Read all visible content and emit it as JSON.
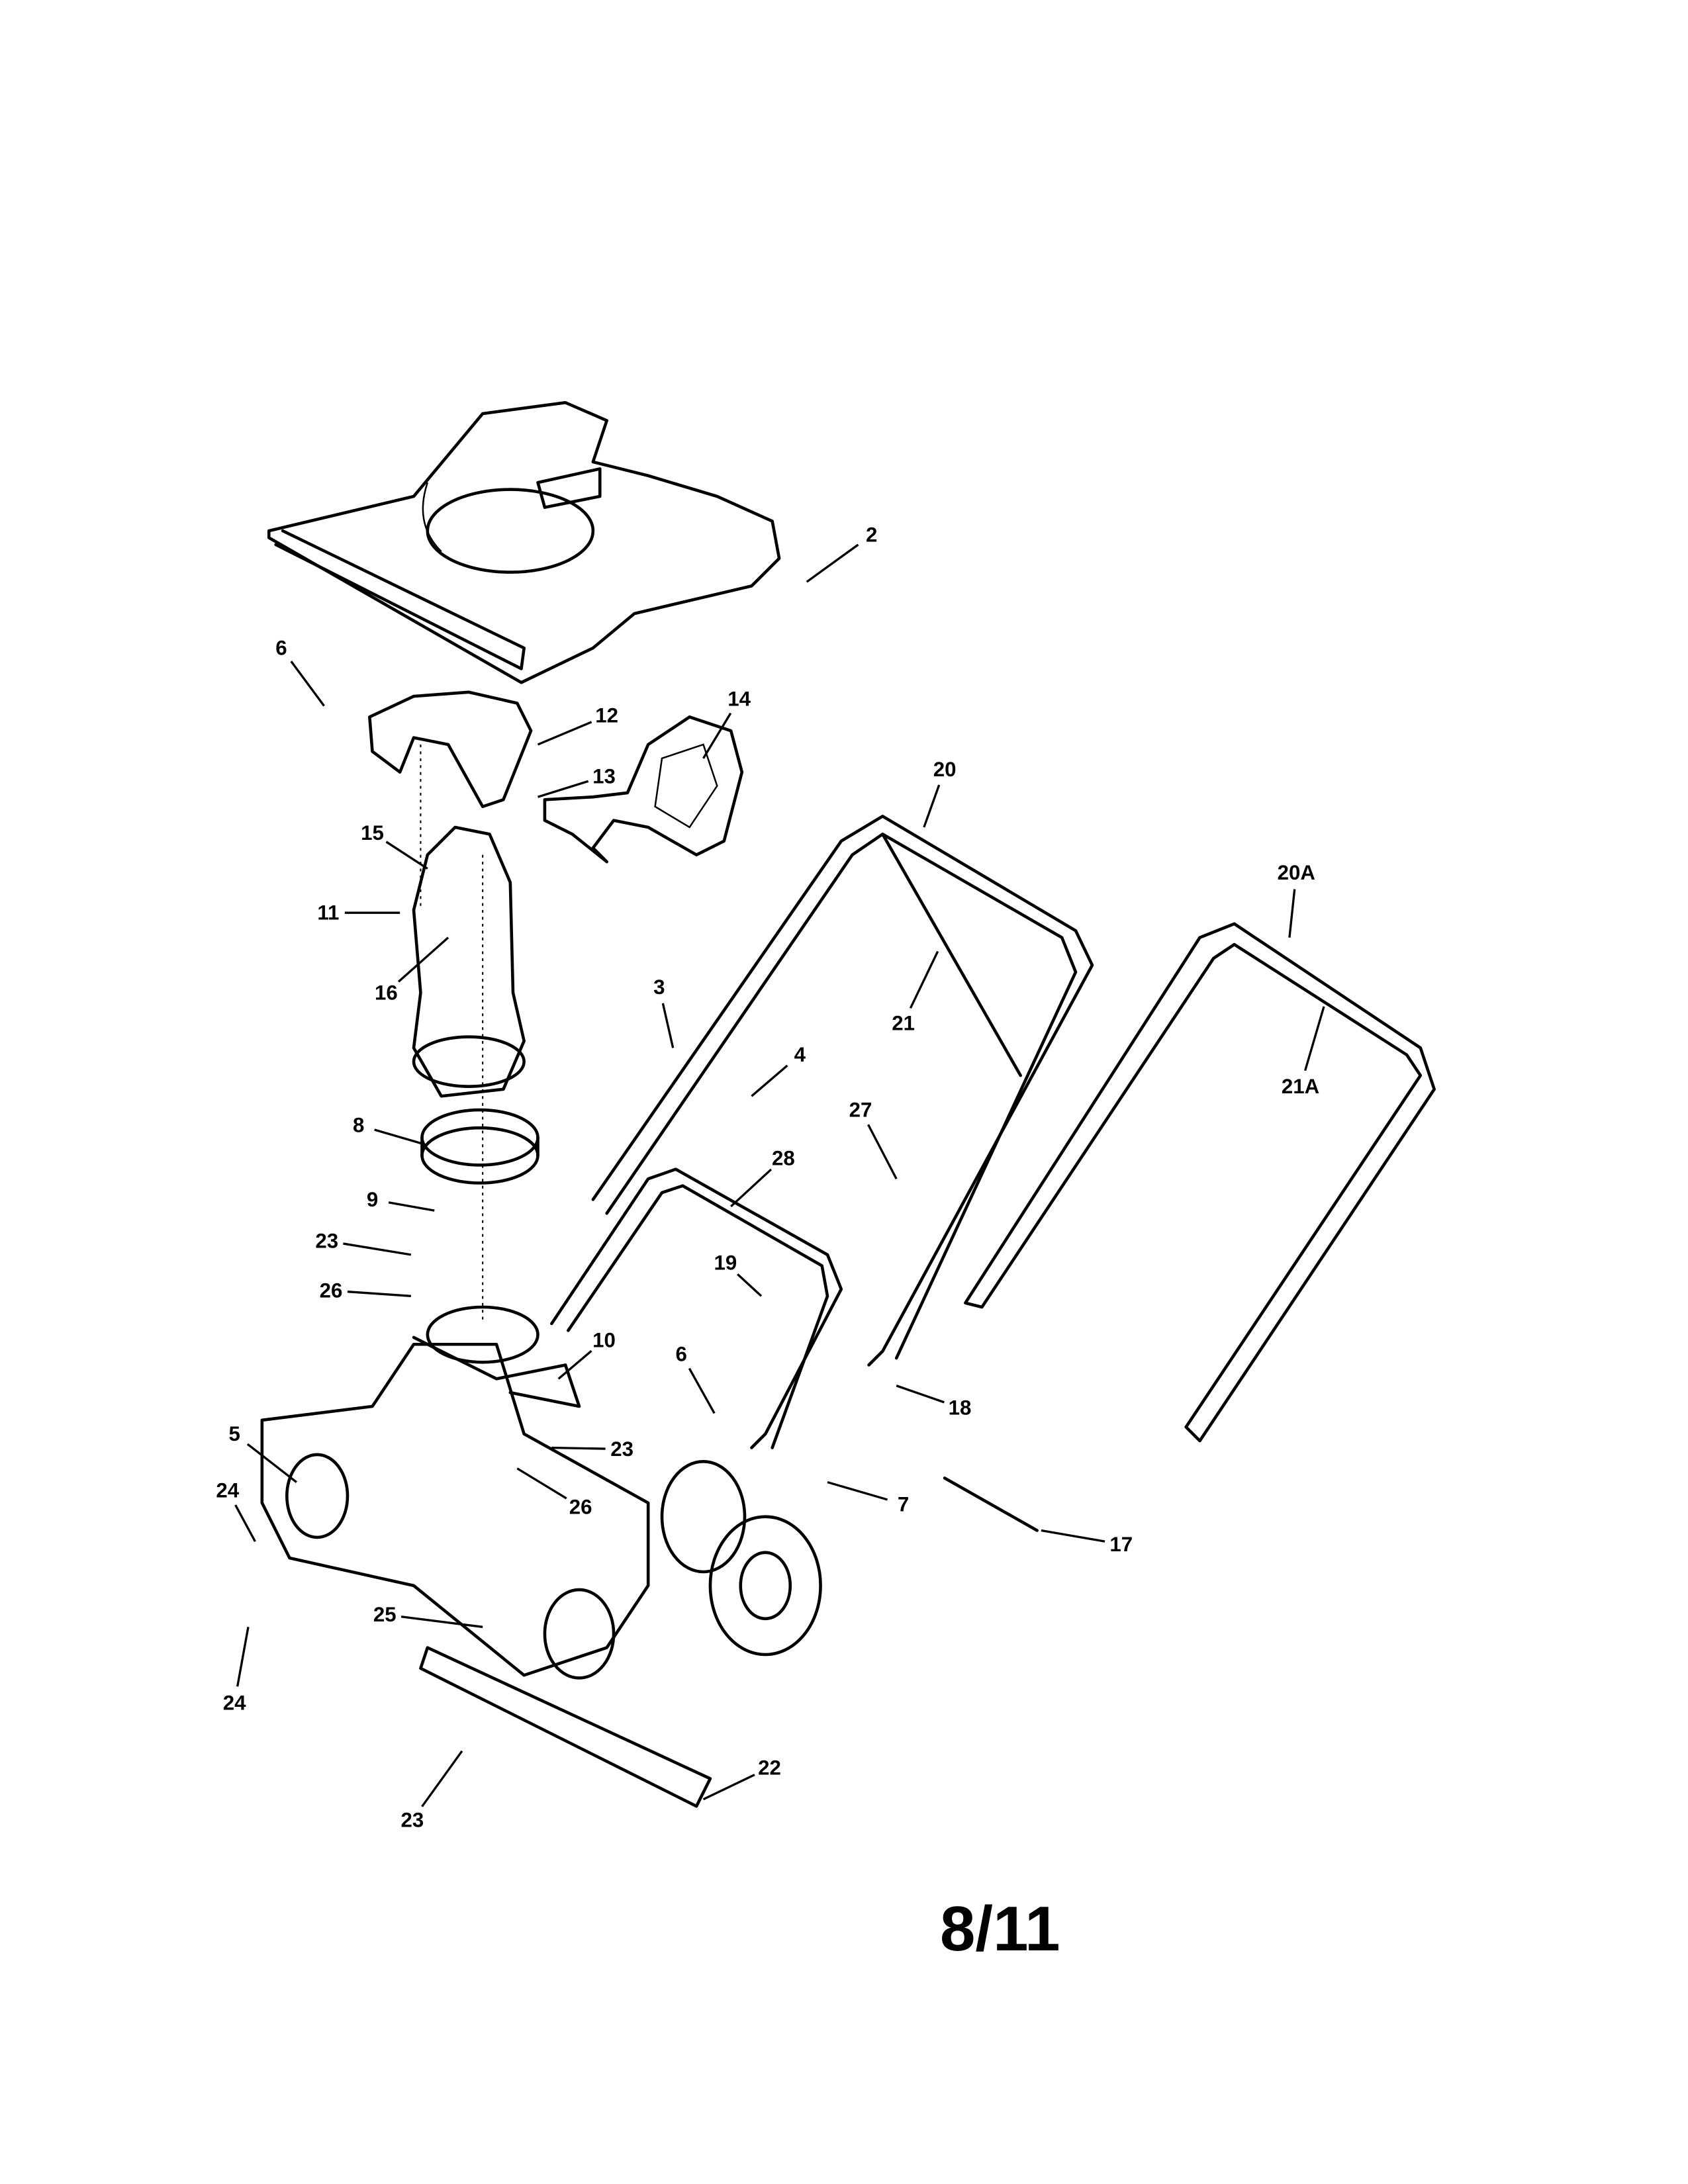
{
  "diagram": {
    "callouts": [
      "2",
      "6",
      "12",
      "14",
      "13",
      "15",
      "11",
      "16",
      "20",
      "21",
      "20A",
      "21A",
      "3",
      "4",
      "27",
      "8",
      "28",
      "9",
      "23",
      "26",
      "19",
      "10",
      "6",
      "18",
      "5",
      "23",
      "26",
      "7",
      "24",
      "17",
      "25",
      "24",
      "22",
      "23"
    ],
    "parts": [
      "shroud",
      "upper-chute",
      "chute-deflector",
      "chute",
      "chute-ring",
      "handle-upper",
      "handle-upper-alt",
      "handle-lower",
      "housing",
      "wheel-left",
      "wheel-right",
      "scraper-bar",
      "shave-plate"
    ]
  },
  "page": {
    "number": "8/11"
  }
}
